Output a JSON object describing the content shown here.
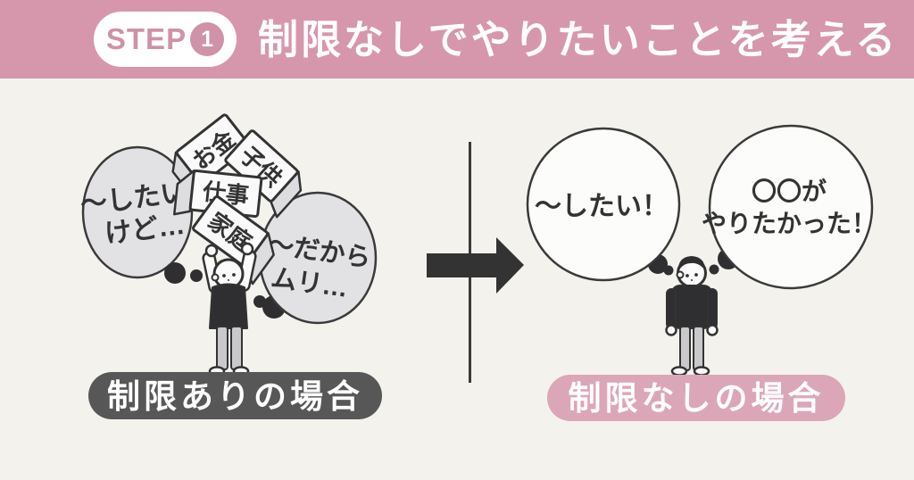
{
  "header": {
    "step_label": "STEP",
    "step_number": "1",
    "title": "制限なしでやりたいことを考える"
  },
  "left": {
    "bubble_want": {
      "line1": "〜したい",
      "line2": "けど…"
    },
    "bubble_cant": {
      "line1": "〜だから",
      "line2": "ムリ…"
    },
    "boxes": [
      "お金",
      "子供",
      "仕事",
      "家庭"
    ],
    "caption": "制限ありの場合"
  },
  "right": {
    "bubble_want": {
      "line1": "〜したい！"
    },
    "bubble_wanted": {
      "line1": "〇〇が",
      "line2": "やりたかった！"
    },
    "caption": "制限なしの場合"
  },
  "colors": {
    "header_bg": "#d697ad",
    "step_text": "#cf92a8",
    "body_bg": "#f4f2ed",
    "ink": "#333333",
    "bubble_gray": "#e2e1e3",
    "bubble_white": "#fcfcfa",
    "dark_caption_bg": "#585757",
    "pink_caption_bg": "#dca6b9",
    "pants_gray": "#c9c8cb",
    "box_side": "#dddcde"
  }
}
